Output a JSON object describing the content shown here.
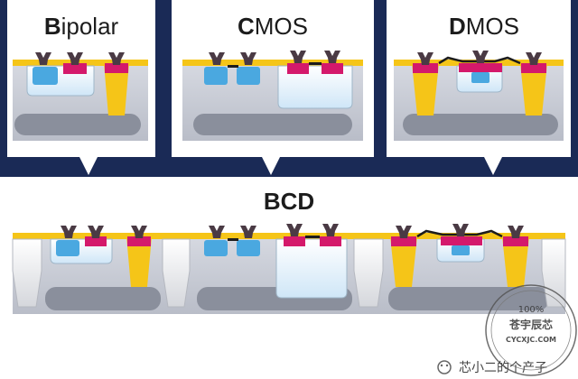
{
  "panels": [
    {
      "first": "B",
      "rest": "ipolar"
    },
    {
      "first": "C",
      "rest": "MOS"
    },
    {
      "first": "D",
      "rest": "MOS"
    }
  ],
  "bcd_title": "BCD",
  "watermark": {
    "circle_line1": "100%",
    "circle_line2": "苍宇辰芯",
    "circle_line3": "CYCXJC.COM",
    "footer_text": "芯小二的个产子"
  },
  "colors": {
    "background": "#1a2a56",
    "panel": "#ffffff",
    "substrate_gray": "#c9ccd6",
    "buried_layer": "#8a8f9c",
    "oxide_yellow": "#f5c518",
    "well_blue": "#4aa8e0",
    "contact_magenta": "#d4196b",
    "metal_dark": "#4a3a44"
  }
}
